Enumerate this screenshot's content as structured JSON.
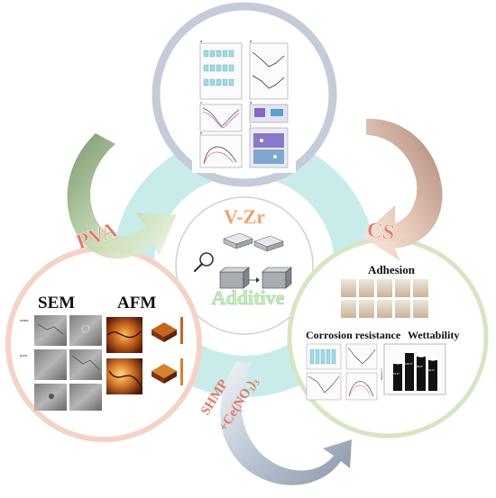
{
  "center": {
    "title": "V-Zr",
    "additive": "Additive"
  },
  "arrows": {
    "pva": "PVA",
    "cs": "CS",
    "shmp": "SHMP",
    "ce": "+Ce(NO₃)₃"
  },
  "left_panel": {
    "sem": "SEM",
    "afm": "AFM",
    "crack": "crack",
    "pore": "pore"
  },
  "right_panel": {
    "adhesion": "Adhesion",
    "corrosion": "Corrosion resistance",
    "wettability": "Wettability",
    "contact_angles": [
      "76.6°",
      "108.8°",
      "99.8°",
      "92.9°"
    ],
    "degree_label": "degree (°)"
  },
  "colors": {
    "center_ring": "#c9ecea",
    "top_ring": "#c5cbd8",
    "left_ring": "#f6d2c6",
    "right_ring": "#d6e5c4",
    "pva_arrow": "#8aa47a",
    "cs_arrow": "#b08a78",
    "shmp_arrow": "#9aa5b6",
    "title_orange": "#eaa06e",
    "additive_green": "#a9dca0"
  }
}
